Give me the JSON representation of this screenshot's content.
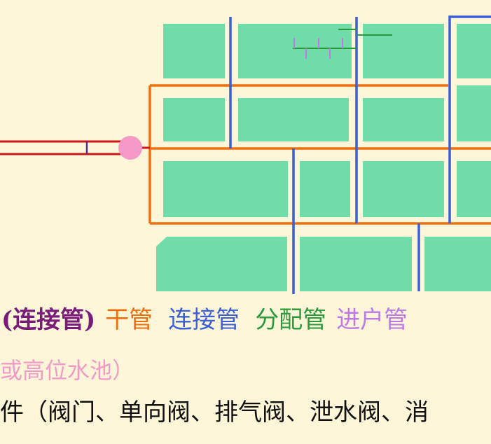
{
  "colors": {
    "background": "#fdf6d8",
    "block": "#6fdcaa",
    "supply": "#cc1818",
    "trunk": "#f07010",
    "connector": "#3a5fd8",
    "distribution": "#2a9a3a",
    "service": "#c07ae8",
    "source": "#f59ac8",
    "valve": "#5a2a8a"
  },
  "legend": {
    "connector_main": "(连接管)",
    "trunk": "干管",
    "connector": "连接管",
    "distribution": "分配管",
    "service": "进户管"
  },
  "text": {
    "line2": "或高位水池）",
    "line3": "件（阀门、单向阀、排气阀、泄水阀、消"
  }
}
